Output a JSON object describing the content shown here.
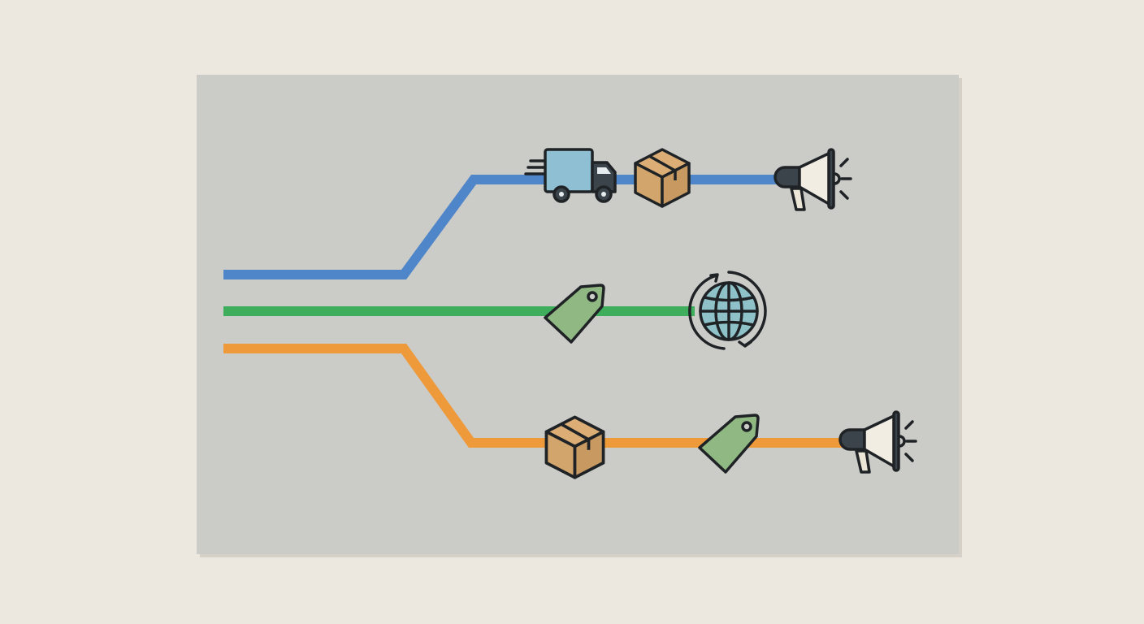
{
  "colors": {
    "wall": "#ece8e0",
    "board": "#cbcbc8",
    "line_top": "#4f86c9",
    "line_middle": "#3fae5c",
    "line_bottom": "#ee9a3a",
    "outline": "#1f2326"
  },
  "lines": [
    {
      "name": "top-path",
      "color_key": "line_top",
      "icons": [
        "truck-icon",
        "box-icon",
        "megaphone-icon"
      ]
    },
    {
      "name": "middle-path",
      "color_key": "line_middle",
      "icons": [
        "tag-icon",
        "globe-sync-icon"
      ]
    },
    {
      "name": "bottom-path",
      "color_key": "line_bottom",
      "icons": [
        "box-icon",
        "tag-icon",
        "megaphone-icon"
      ]
    }
  ]
}
